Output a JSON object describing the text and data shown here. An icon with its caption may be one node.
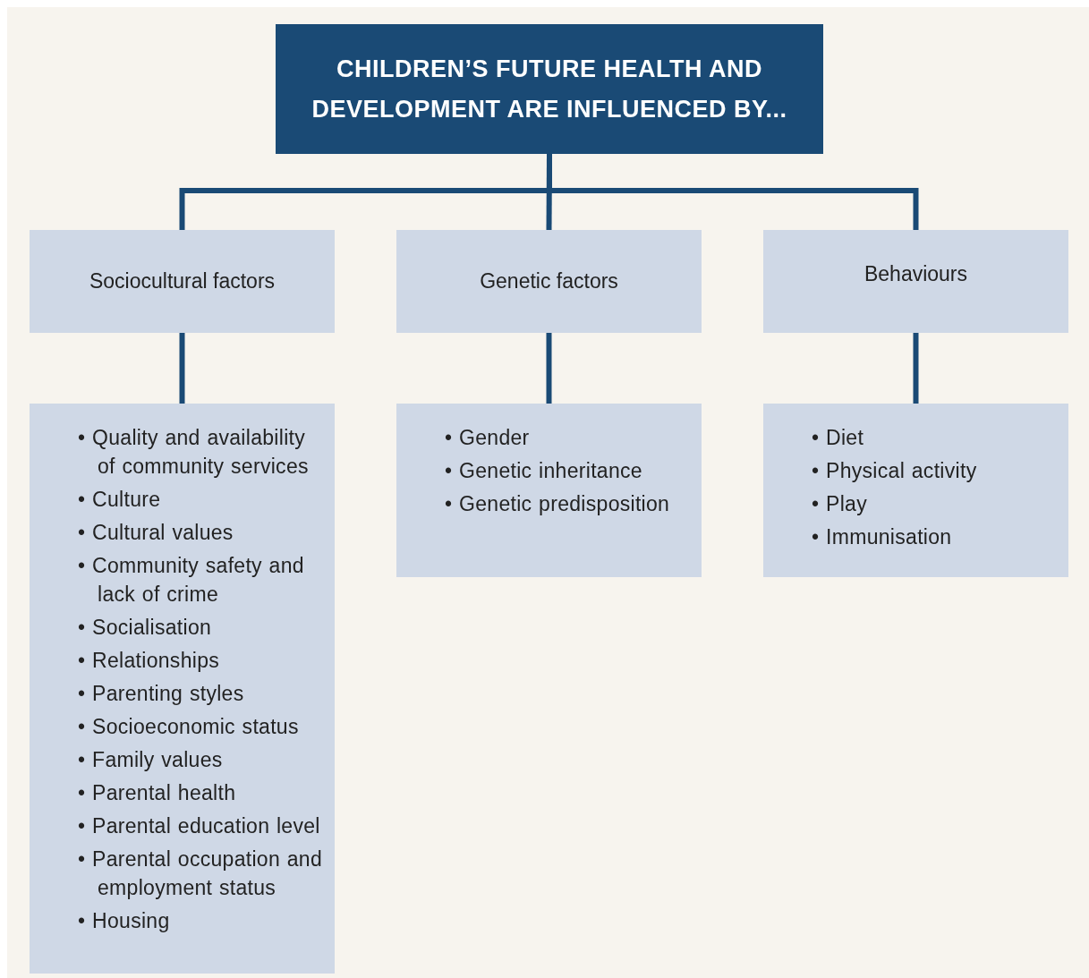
{
  "diagram": {
    "nodes": [
      {
        "text": [
          "CHILDREN’S FUTURE HEALTH AND DEVELOPMENT ARE INFLUENCED BY..."
        ]
      },
      {
        "text": [
          "Sociocultural factors"
        ]
      },
      {
        "text": [
          "Genetic factors"
        ]
      },
      {
        "text": [
          "Behaviours"
        ]
      },
      {
        "text": [
          "• Quality and availability of community services",
          "• Culture",
          "• Cultural values",
          "• Community safety and lack of crime",
          "• Socialisation",
          "• Relationships",
          "• Parenting styles",
          "• Socioeconomic status",
          "• Family values",
          "• Parental health",
          "• Parental education level",
          "• Parental occupation and employment status",
          "• Housing"
        ]
      },
      {
        "text": [
          "• Gender",
          "• Genetic inheritance",
          "• Genetic predisposition"
        ]
      },
      {
        "text": [
          "• Diet",
          "• Physical activity",
          "• Play",
          "• Immunisation"
        ]
      }
    ],
    "edges": [
      {
        "from": 0,
        "to": 1,
        "arrow": "none"
      },
      {
        "from": 0,
        "to": 2,
        "arrow": "none"
      },
      {
        "from": 0,
        "to": 3,
        "arrow": "none"
      },
      {
        "from": 1,
        "to": 4,
        "arrow": "none"
      },
      {
        "from": 2,
        "to": 5,
        "arrow": "none"
      },
      {
        "from": 3,
        "to": 6,
        "arrow": "none"
      }
    ]
  }
}
